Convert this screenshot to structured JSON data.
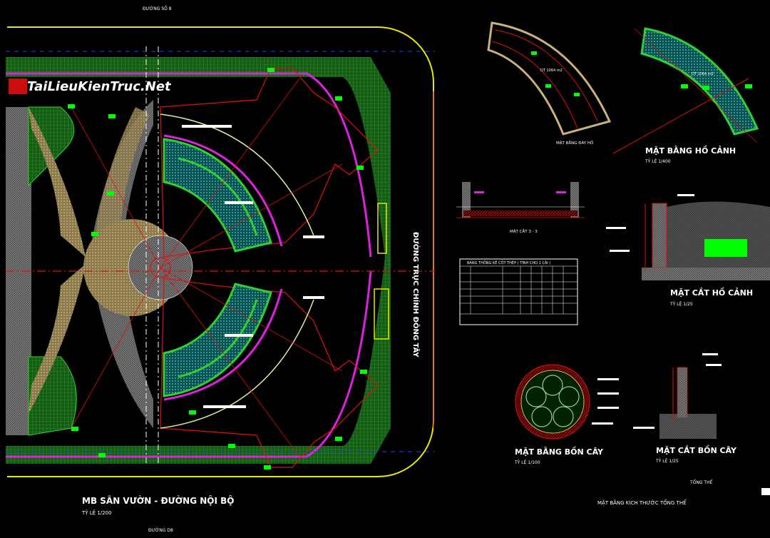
{
  "watermark": "TaiLieuKienTruc.Net",
  "street_top": "ĐƯỜNG SỐ 8",
  "street_bottom": "ĐƯỜNG D8",
  "axis_label": "ĐƯỜNG TRỤC CHÍNH ĐÔNG TÂY",
  "main_plan": {
    "title": "MB SÂN VƯỜN - ĐƯỜNG NỘI BỘ",
    "scale": "TỶ LỆ 1/200"
  },
  "pond_plan": {
    "title": "MẶT BẰNG HỒ CẢNH",
    "scale": "TỶ LỆ 1/400"
  },
  "pond_floor_plan": {
    "title": "MẶT BẰNG ĐÁY HỒ"
  },
  "pond_section_small": {
    "title": "MẶT CẮT 3 - 3"
  },
  "pond_section": {
    "title": "MẶT CẮT HỒ CẢNH",
    "scale": "TỶ LỆ 1/25"
  },
  "planter_plan": {
    "title": "MẶT BẰNG BỒN CÂY",
    "scale": "TỶ LỆ 1/100"
  },
  "planter_section": {
    "title": "MẶT CẮT BỒN CÂY",
    "scale": "TỶ LỆ 1/25"
  },
  "steel_table": {
    "title": "BẢNG THỐNG KÊ CỐT THÉP ( TÍNH CHO 1 CÁI )"
  },
  "overall_dim": "MẶT BẰNG KÍCH THƯỚC TỔNG THỂ",
  "overall": "TỔNG THỂ",
  "colors": {
    "green": "#1f7a1f",
    "hatch": "#2a8a2a",
    "magenta": "#e020e0",
    "yellow": "#e8e800",
    "red": "#e01010",
    "cyan": "#1aa0a0",
    "tan": "#c9b27a",
    "lime": "#00ff00"
  }
}
